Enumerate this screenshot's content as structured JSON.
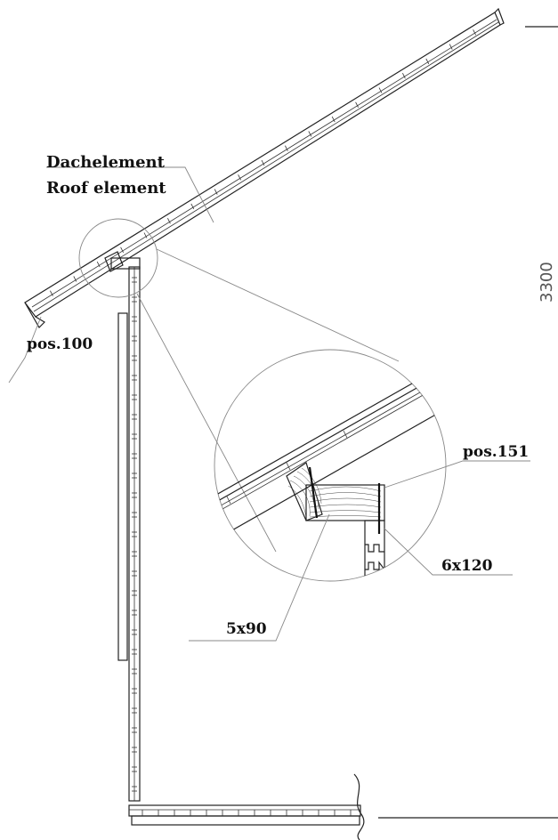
{
  "labels": {
    "roof_de": "Dachelement",
    "roof_en": "Roof element",
    "pos100": "pos.100",
    "pos151": "pos.151",
    "screw_6x120": "6x120",
    "screw_5x90": "5x90",
    "dimension": "3300"
  }
}
